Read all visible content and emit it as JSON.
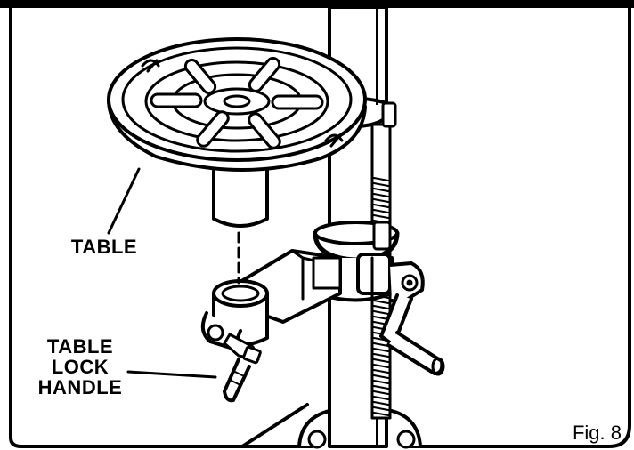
{
  "labels": {
    "table": "TABLE",
    "table_lock_line1": "TABLE",
    "table_lock_line2": "LOCK",
    "table_lock_line3": "HANDLE"
  },
  "caption": "Fig. 8"
}
